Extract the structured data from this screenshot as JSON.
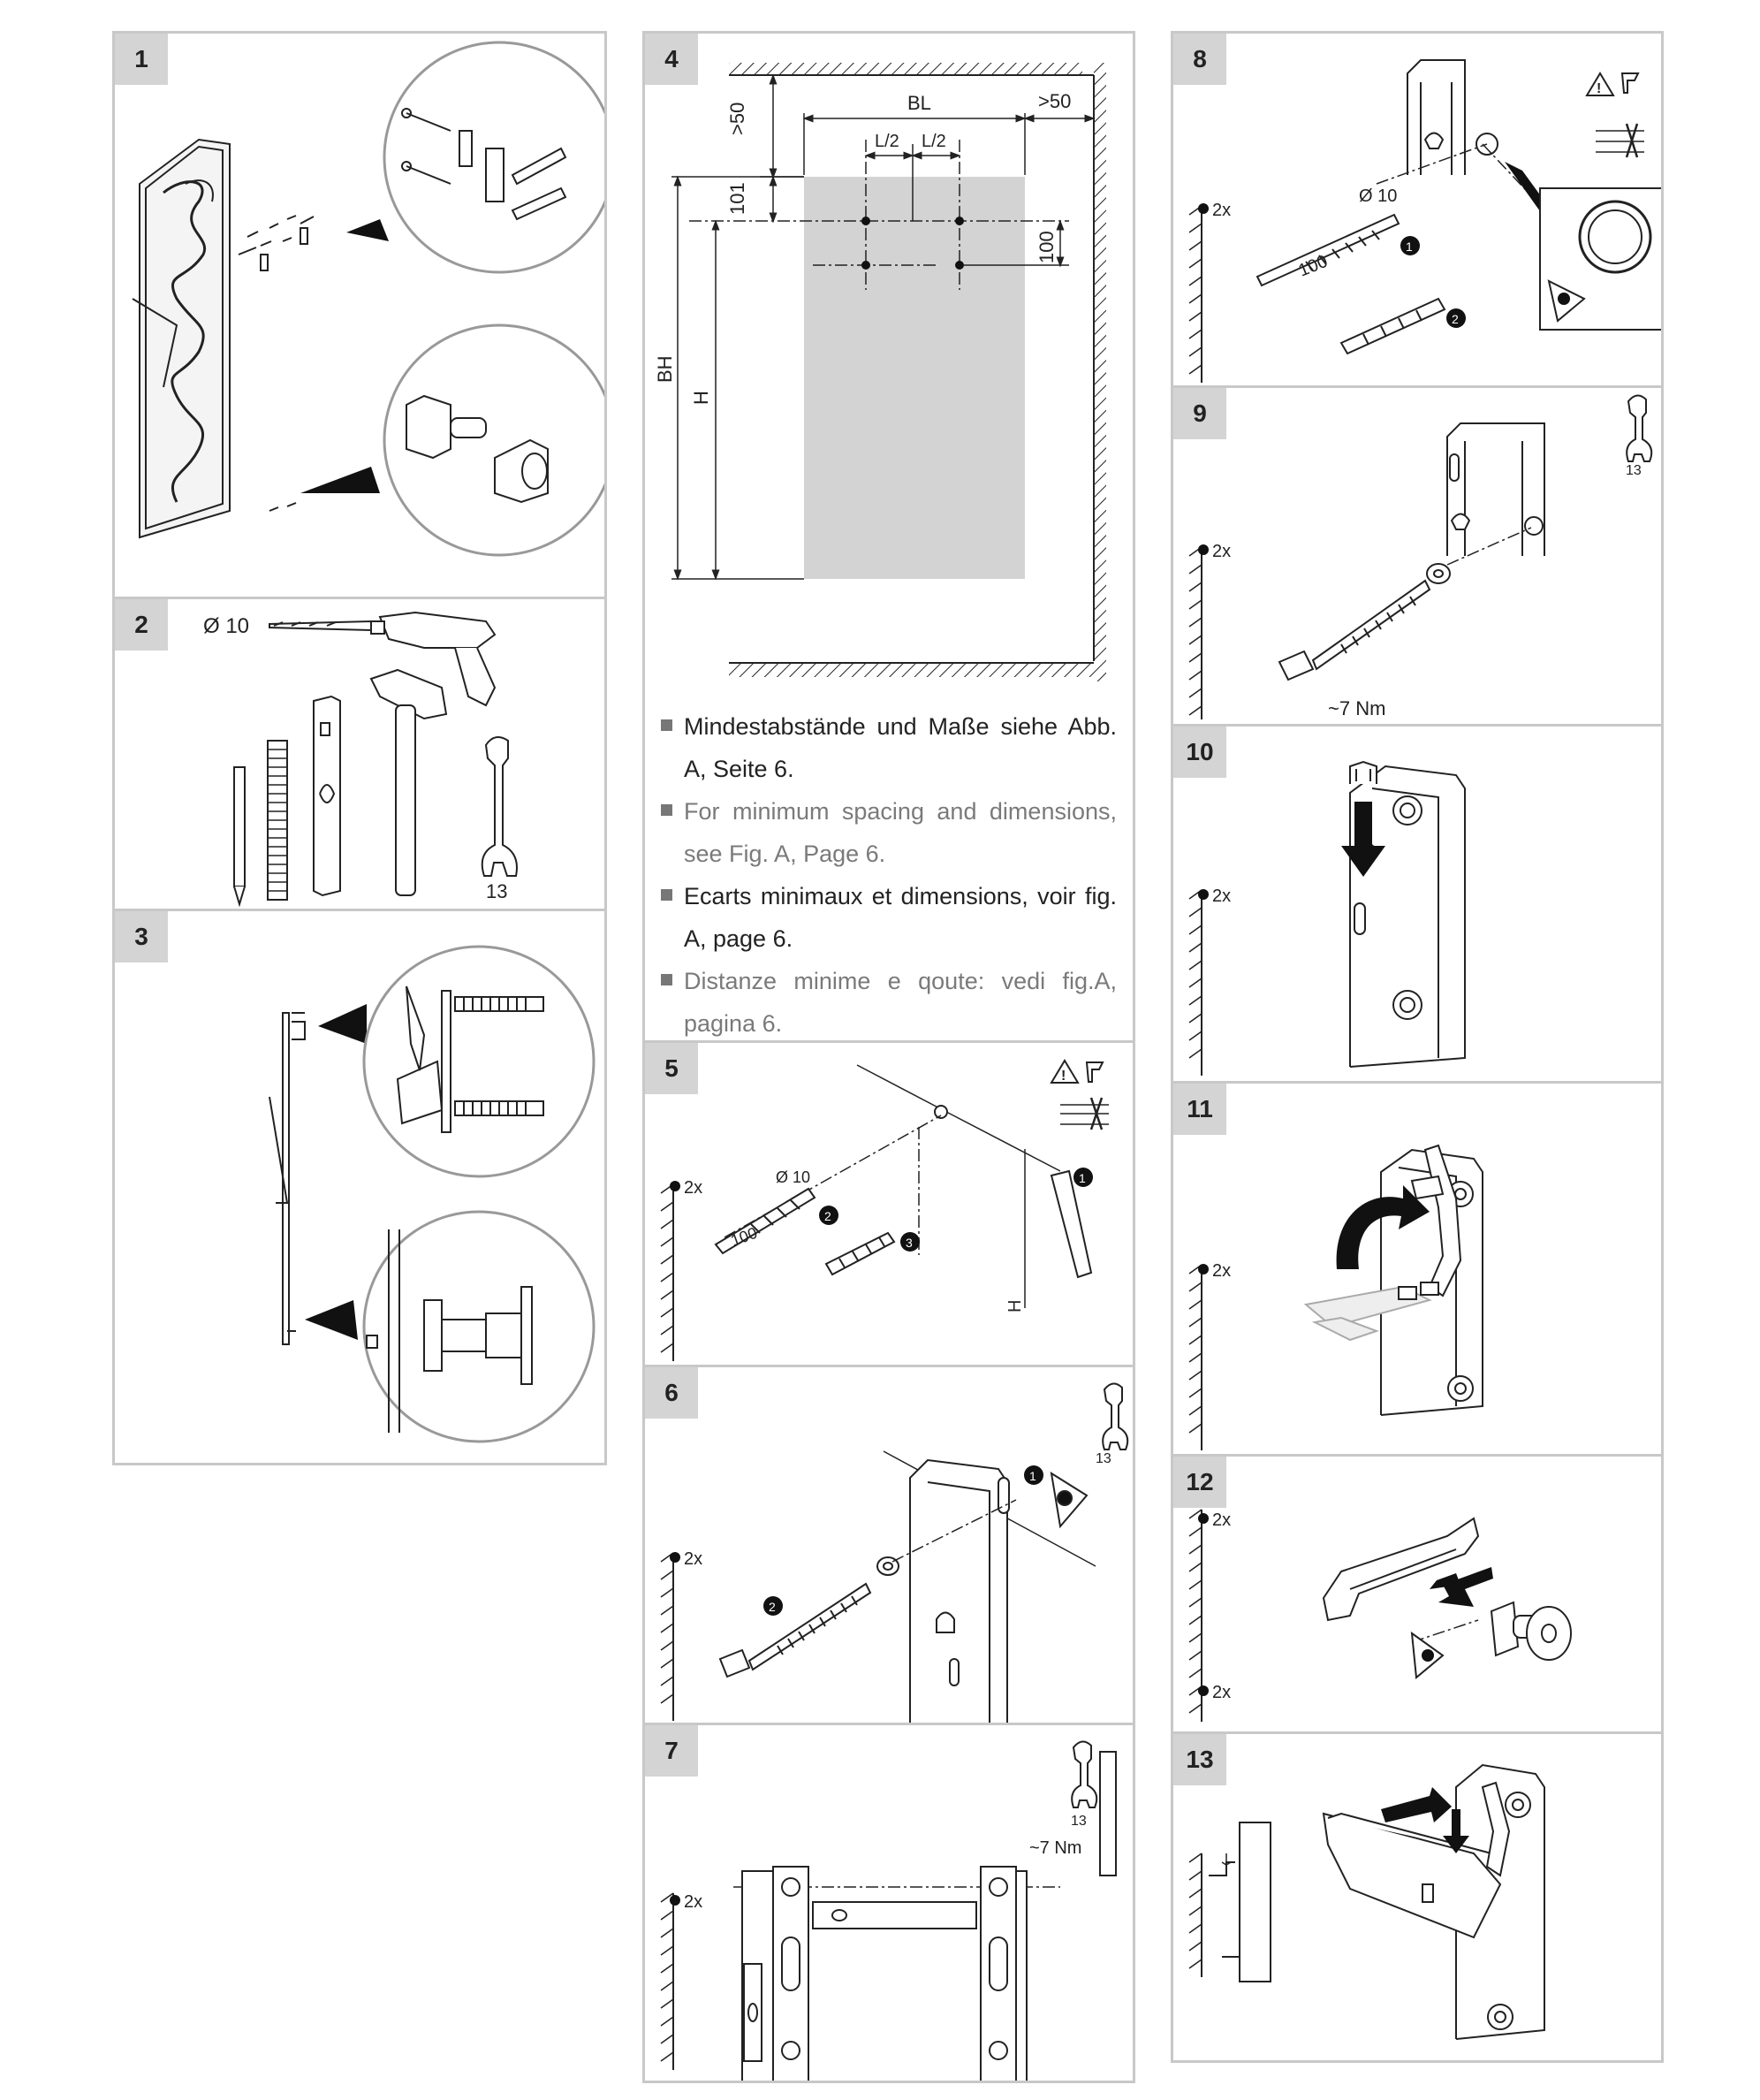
{
  "panels": {
    "p1": {
      "num": "1"
    },
    "p2": {
      "num": "2",
      "drill_dia": "Ø 10",
      "wrench": "13"
    },
    "p3": {
      "num": "3"
    },
    "p4": {
      "num": "4",
      "gt50_top": ">50",
      "bl": "BL",
      "gt50_right": ">50",
      "l2_left": "L/2",
      "l2_right": "L/2",
      "d101": "101",
      "d100": "100",
      "bh": "BH",
      "h": "H"
    },
    "p5": {
      "num": "5",
      "dia": "Ø 10",
      "depth": "100",
      "count": "2x",
      "h": "H",
      "c1": "1",
      "c2": "2",
      "c3": "3"
    },
    "p6": {
      "num": "6",
      "count": "2x",
      "wrench": "13",
      "c1": "1",
      "c2": "2"
    },
    "p7": {
      "num": "7",
      "count": "2x",
      "wrench": "13",
      "torque": "~7 Nm"
    },
    "p8": {
      "num": "8",
      "count": "2x",
      "dia": "Ø 10",
      "depth": "100",
      "c1": "1",
      "c2": "2"
    },
    "p9": {
      "num": "9",
      "count": "2x",
      "wrench": "13",
      "torque": "~7 Nm"
    },
    "p10": {
      "num": "10",
      "count": "2x"
    },
    "p11": {
      "num": "11",
      "count": "2x"
    },
    "p12": {
      "num": "12",
      "count_top": "2x",
      "count_bottom": "2x"
    },
    "p13": {
      "num": "13"
    }
  },
  "notes": [
    {
      "text": "Mindestabstände und Maße siehe Abb. A, Seite 6.",
      "color": "#222222"
    },
    {
      "text": "For minimum spacing and dimensions, see Fig. A, Page 6.",
      "color": "#7a7a7a"
    },
    {
      "text": "Ecarts minimaux et dimensions, voir fig. A, page 6.",
      "color": "#222222"
    },
    {
      "text": "Distanze minime e qoute: vedi fig.A, pagina 6.",
      "color": "#7a7a7a"
    }
  ],
  "colors": {
    "panel_border": "#c8c8c8",
    "number_bg": "#d4d4d4",
    "radiator_area": "#d3d3d3"
  }
}
